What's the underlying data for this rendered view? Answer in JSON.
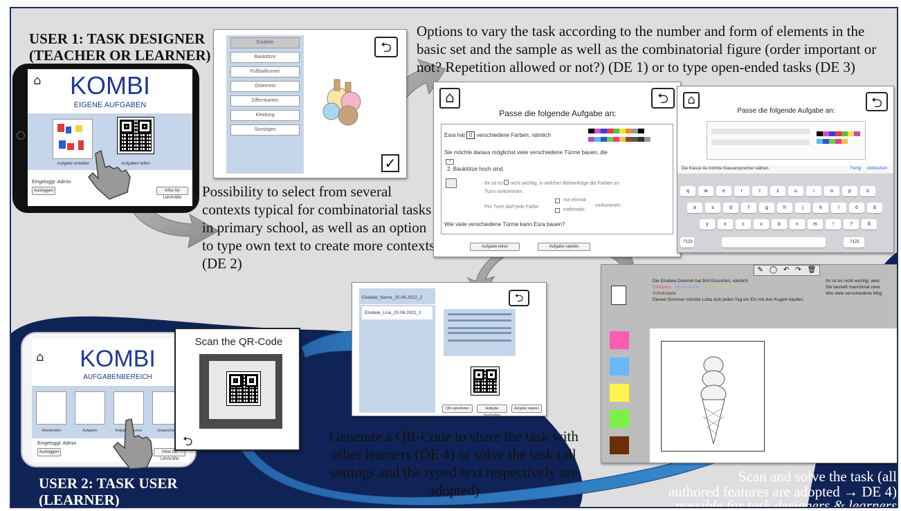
{
  "headings": {
    "user1_line1": "USER 1: TASK DESIGNER",
    "user1_line2": "(TEACHER OR LEARNER)",
    "user2_line1": "USER 2: TASK USER",
    "user2_line2": "(LEARNER)"
  },
  "captions": {
    "options": "Options to vary the task according to the number and form of elements in the basic set and the sample as well as the combinatorial figure (order important or not? Repetition allowed or not?) (DE 1) or to type open-ended tasks (DE 3)",
    "contexts": "Possibility to select from several contexts typical for combinatorial tasks in primary school, as well as an option to type own text to create more contexts (DE 2)",
    "generate": "Generate a QR-Code to share the task with other learners (DE 4) or solve the task (all settings and the typed text respectively are adopted)",
    "scan_solve_1": "Scan and solve the task (all",
    "scan_solve_2": "authored features are adopted → DE 4)",
    "scan_solve_3": "→ possible for task designers & learners"
  },
  "tablet1": {
    "title": "KOMBI",
    "subtitle": "EIGENE AUFGABEN",
    "tile1_label": "Aufgabe erstellen",
    "tile2_label": "Aufgaben teilen",
    "login": "Eingeloggt: Admin",
    "logout": "Ausloggen",
    "teacher": "Infos für Lehrkräfte"
  },
  "tablet2": {
    "title": "KOMBI",
    "subtitle": "AUFGABENBEREICH",
    "tiles": [
      "Arbeitsmittel",
      "Aufgaben",
      "Aufgabe scannen",
      "Gespeicherte"
    ],
    "login": "Eingeloggt: Admin",
    "logout": "Ausloggen",
    "teacher": "Infos für Lehrkräfte"
  },
  "contexts_panel": {
    "items": [
      "Eisdiele",
      "Bauklötze",
      "Fußballturnier",
      "Osternest",
      "Ziffernkarten",
      "Kleidung",
      "Sonstiges"
    ],
    "check": "✓"
  },
  "task_panel": {
    "title": "Passe die folgende Aufgabe an:",
    "line1a": "Esra hat",
    "line1_value": "0",
    "line1b": "verschiedene Farben, nämlich",
    "line2": "Sie möchte daraus möglichst viele verschiedene Türme bauen, die",
    "line3_value": "2",
    "line3": "Bauklötze hoch sind.",
    "line4a": "Ihr ist es",
    "line4b": "nicht",
    "line4c": "wichtig, in welcher Reihenfolge die Farben im",
    "line5": "Turm vorkommen.",
    "line6a": "Pro Turm darf jede Farbe",
    "line6b": "nur einmal",
    "line6c": "mehrmals",
    "line6d": "vorkommen.",
    "question": "Wie viele verschiedene Türme kann Esra bauen?",
    "share_button": "Aufgabe teilen",
    "play_button": "Aufgabe spielen"
  },
  "keyboard_panel": {
    "title": "Passe die folgende Aufgabe an:",
    "input_hint": "Die Klasse 4a möchte Klassensprecher wählen.",
    "done": "Fertig",
    "cancel": "Abbrechen",
    "row1": [
      "q",
      "w",
      "e",
      "r",
      "t",
      "z",
      "u",
      "i",
      "o",
      "p",
      "ü"
    ],
    "row2": [
      "a",
      "s",
      "d",
      "f",
      "g",
      "h",
      "j",
      "k",
      "l",
      "ö",
      "ä"
    ],
    "row3": [
      "y",
      "x",
      "c",
      "v",
      "b",
      "n",
      "m",
      "!",
      "?",
      "ß"
    ],
    "numkey": ".?123",
    "numkey2": ".?123"
  },
  "scan_panel": {
    "title": "Scan the QR-Code"
  },
  "share_panel": {
    "list": [
      "Eisdiele_Name_20.06.2022_2",
      "Eisdiele_Lisa_20.06.2022_1"
    ],
    "buttons": [
      "QR exportieren",
      "Aufgabe bearbeiten",
      "Aufgabe spielen"
    ]
  },
  "solve_panel": {
    "text1": "Die Eisdiele Dolomiti hat fünf  Eissorten, nämlich",
    "flavors": [
      "Erdbeere",
      "Stracciatella",
      "Vanille",
      "Zitrone",
      "Schokolade"
    ],
    "text2": "Diesen Sommer möchte Lotta sich jeden Tag ein Eis mit drei  Kugeln kaufen.",
    "text3": "Ihr ist es nicht  wichtig, welc",
    "text4": "Sie bestellt manchmal zwei",
    "text5": "Wie viele verschiedene Mög",
    "palette": [
      "#ff5db1",
      "#6ab8f5",
      "#fff34f",
      "#7cf04a",
      "#6b2e0a"
    ]
  },
  "colors": {
    "navy": "#0f2356",
    "light_bg": "#dcdcdc",
    "arrow_grey": "#9a9a9a",
    "arrow_blue": "#1f6fb6",
    "kombi_blue": "#1f3a93",
    "tile_blue": "#c6d6ea"
  }
}
